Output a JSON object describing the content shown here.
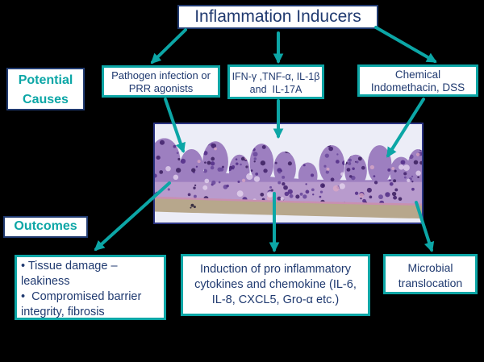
{
  "colors": {
    "background": "#000000",
    "teal": "#0ca6a6",
    "navy": "#203a70",
    "box_fill": "#ffffff",
    "image_border": "#2b3482"
  },
  "title": {
    "text": "Inflammation Inducers"
  },
  "side_labels": {
    "potential_causes": {
      "lines": [
        "Potential",
        "Causes"
      ]
    },
    "outcomes": {
      "text": "Outcomes"
    }
  },
  "cause_boxes": [
    {
      "lines": [
        "Pathogen infection or",
        "PRR agonists"
      ]
    },
    {
      "lines": [
        "IFN-γ ,TNF-α, IL-1β",
        "and  IL-17A"
      ]
    },
    {
      "lines": [
        "Chemical",
        "Indomethacin, DSS"
      ]
    }
  ],
  "outcome_boxes": [
    {
      "lines": [
        "• Tissue damage –",
        "leakiness",
        "•  Compromised barrier",
        "integrity, fibrosis"
      ]
    },
    {
      "lines": [
        "Induction of pro inflammatory",
        "cytokines and chemokine (IL-6,",
        "IL-8, CXCL5, Gro-α etc.)"
      ]
    },
    {
      "lines": [
        "Microbial",
        "translocation"
      ]
    }
  ],
  "image": {
    "description": "H&E stained intestinal epithelium histology section"
  }
}
